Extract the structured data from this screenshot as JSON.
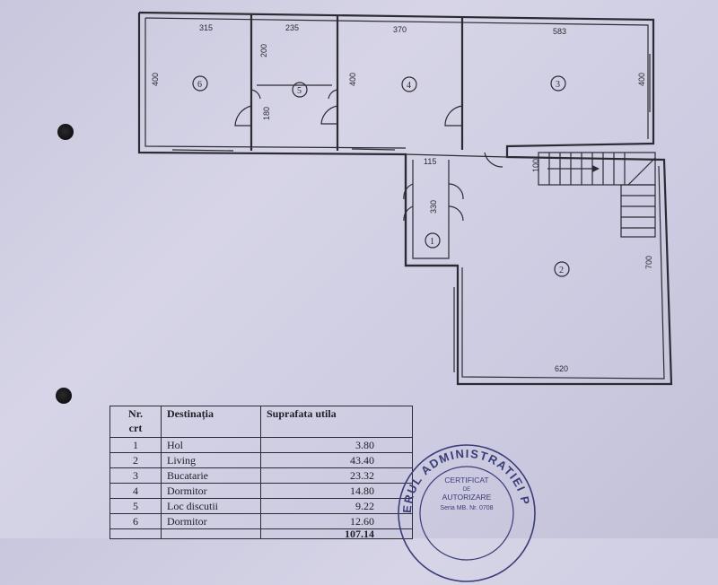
{
  "plan": {
    "dimensions": {
      "room6_width": "315",
      "room5_width": "235",
      "room4_width": "370",
      "room3_width": "583",
      "room6_height": "400",
      "room5_height_top": "200",
      "room5_height_bottom": "180",
      "room4_height": "400",
      "room3_height": "400",
      "hol_width": "115",
      "hol_height": "330",
      "stair_width": "100",
      "living_height": "700",
      "living_width": "620"
    },
    "room_numbers": {
      "r1": "1",
      "r2": "2",
      "r3": "3",
      "r4": "4",
      "r5": "5",
      "r6": "6"
    }
  },
  "table": {
    "headers": {
      "nr": "Nr.",
      "crt": "crt",
      "destination": "Destinația",
      "area": "Suprafata utila"
    },
    "rows": [
      {
        "nr": "1",
        "destination": "Hol",
        "area": "3.80"
      },
      {
        "nr": "2",
        "destination": "Living",
        "area": "43.40"
      },
      {
        "nr": "3",
        "destination": "Bucatarie",
        "area": "23.32"
      },
      {
        "nr": "4",
        "destination": "Dormitor",
        "area": "14.80"
      },
      {
        "nr": "5",
        "destination": "Loc discutii",
        "area": "9.22"
      },
      {
        "nr": "6",
        "destination": "Dormitor",
        "area": "12.60"
      }
    ],
    "total": "107.14"
  },
  "stamp": {
    "ring_text": "ERUL ADMINISTRATIEI P",
    "line1": "CERTIFICAT",
    "line2": "DE",
    "line3": "AUTORIZARE",
    "line4": "Seria MB. Nr. 0708"
  }
}
